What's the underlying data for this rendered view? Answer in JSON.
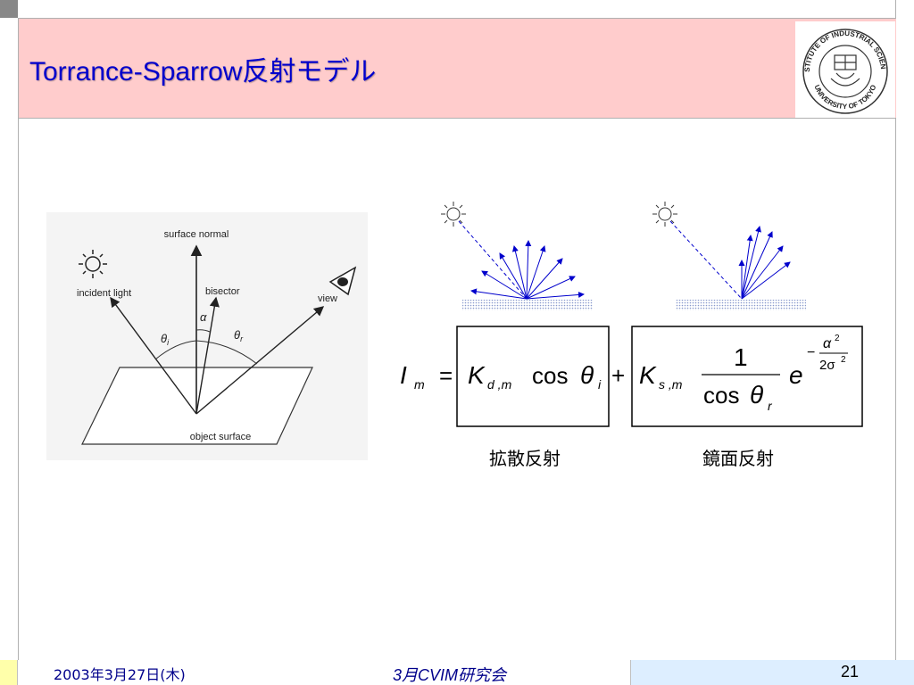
{
  "slide": {
    "title": "Torrance-Sparrow反射モデル",
    "logo_text": {
      "top": "INSTITUTE OF INDUSTRIAL SCIENCE",
      "bottom": "UNIVERSITY OF TOKYO"
    }
  },
  "diagram": {
    "surface_normal": "surface normal",
    "incident_light": "incident light",
    "bisector": "bisector",
    "view": "view",
    "alpha": "α",
    "theta_i": "θ",
    "theta_i_sub": "i",
    "theta_r": "θ",
    "theta_r_sub": "r",
    "object_surface": "object surface"
  },
  "formula": {
    "I": "I",
    "m_sub": "m",
    "equals": "=",
    "K": "K",
    "dm_sub": "d ,m",
    "cos": "cos",
    "theta": "θ",
    "i_sub": "i",
    "plus": "+",
    "sm_sub": "s ,m",
    "one": "1",
    "r_sub": "r",
    "e": "e",
    "minus": "−",
    "alpha": "α",
    "two": "2",
    "two_sigma": "2σ"
  },
  "captions": {
    "diffuse": "拡散反射",
    "specular": "鏡面反射"
  },
  "footer": {
    "date": "2003年3月27日(木)",
    "center": "3月CVIM研究会",
    "page": "21"
  },
  "colors": {
    "title_bar_bg": "#ffcccc",
    "title_text": "#0000cc",
    "ray_blue": "#0000cc",
    "footer_date": "#00008b",
    "footer_page_bg": "#ddeeff",
    "footer_left_bg": "#ffffaa"
  }
}
